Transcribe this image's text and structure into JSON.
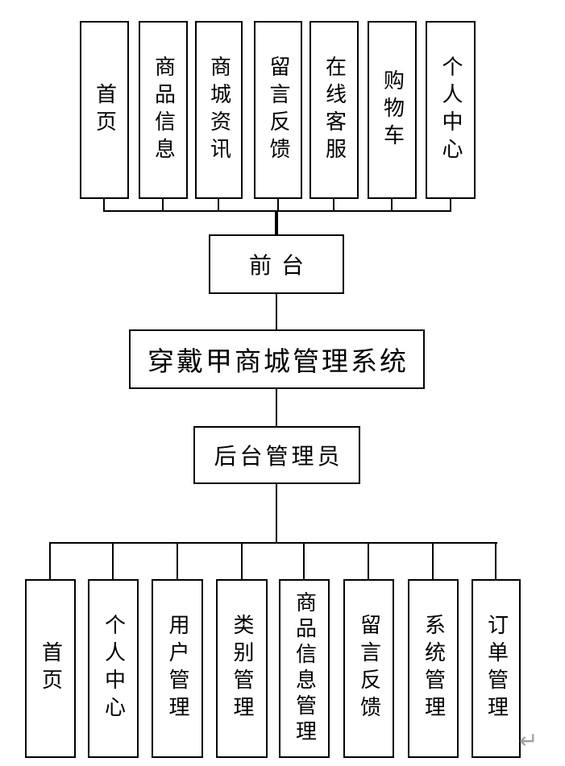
{
  "chart": {
    "title": "穿戴甲商城管理系统",
    "front": {
      "label": "前台",
      "modules": [
        "首页",
        "商品信息",
        "商城资讯",
        "留言反馈",
        "在线客服",
        "购物车",
        "个人中心"
      ]
    },
    "back": {
      "label": "后台管理员",
      "modules": [
        "首页",
        "个人中心",
        "用户管理",
        "类别管理",
        "商品信息管理",
        "留言反馈",
        "系统管理",
        "订单管理"
      ]
    },
    "return_mark": "↵",
    "colors": {
      "line": "#000000",
      "box_border": "#000000",
      "box_background": "#ffffff",
      "text": "#000000",
      "return_mark": "#a0a0a0"
    }
  }
}
